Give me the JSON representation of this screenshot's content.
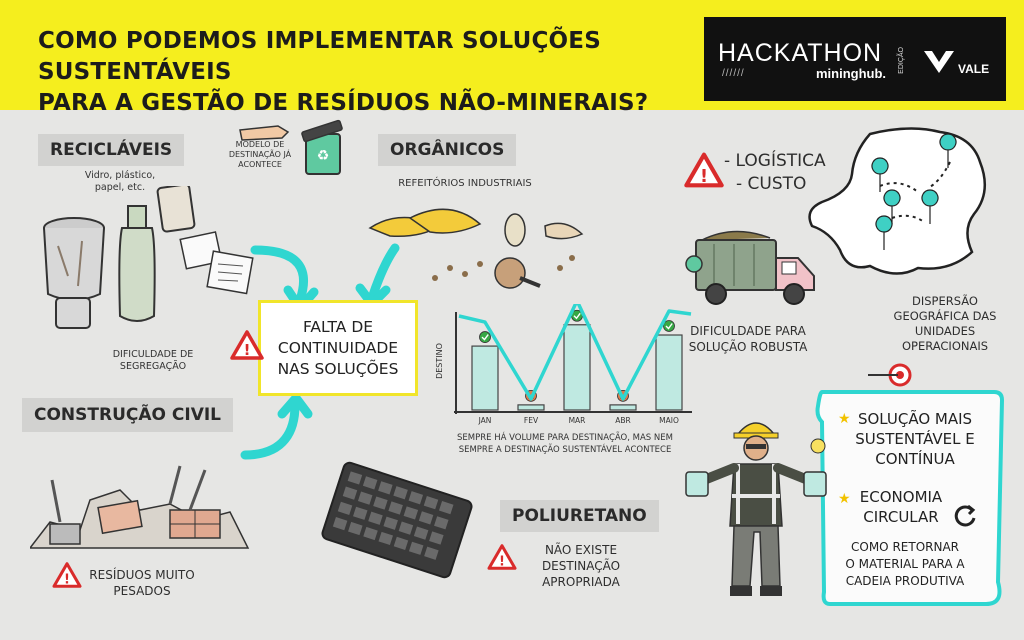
{
  "banner": {
    "title_line1": "COMO PODEMOS IMPLEMENTAR SOLUÇÕES SUSTENTÁVEIS",
    "title_line2": "PARA A GESTÃO DE RESÍDUOS NÃO-MINERAIS?",
    "logo_hackathon": "HACKATHON",
    "logo_slashes": "//////",
    "logo_mininghub": "mininghub.",
    "logo_edicao": "EDIÇÃO",
    "logo_vale": "VALE"
  },
  "reciclaveis": {
    "label": "RECICLÁVEIS",
    "sub": "Vidro, plástico, papel, etc.",
    "note_line1": "DIFICULDADE DE",
    "note_line2": "SEGREGAÇÃO"
  },
  "modelo": {
    "line1": "MODELO DE",
    "line2": "DESTINAÇÃO JÁ",
    "line3": "ACONTECE"
  },
  "organicos": {
    "label": "ORGÂNICOS",
    "sub": "REFEITÓRIOS INDUSTRIAIS"
  },
  "construcao": {
    "label": "CONSTRUÇÃO CIVIL",
    "note_line1": "RESÍDUOS MUITO",
    "note_line2": "PESADOS"
  },
  "center": {
    "line1": "FALTA DE",
    "line2": "CONTINUIDADE",
    "line3": "NAS SOLUÇÕES"
  },
  "logistica": {
    "line1": "- LOGÍSTICA",
    "line2": "- CUSTO"
  },
  "truck_note": {
    "line1": "DIFICULDADE PARA",
    "line2": "SOLUÇÃO ROBUSTA"
  },
  "map_note": {
    "line1": "DISPERSÃO",
    "line2": "GEOGRÁFICA DAS",
    "line3": "UNIDADES",
    "line4": "OPERACIONAIS"
  },
  "poliuretano": {
    "label": "POLIURETANO",
    "note_line1": "NÃO EXISTE",
    "note_line2": "DESTINAÇÃO",
    "note_line3": "APROPRIADA"
  },
  "solution": {
    "item1_line1": "SOLUÇÃO MAIS",
    "item1_line2": "SUSTENTÁVEL E",
    "item1_line3": "CONTÍNUA",
    "item2_line1": "ECONOMIA",
    "item2_line2": "CIRCULAR",
    "item3_line1": "COMO RETORNAR",
    "item3_line2": "O MATERIAL PARA A",
    "item3_line3": "CADEIA PRODUTIVA"
  },
  "chart_caption": {
    "line1": "SEMPRE HÁ VOLUME PARA DESTINAÇÃO, MAS NEM",
    "line2": "SEMPRE A DESTINAÇÃO SUSTENTÁVEL ACONTECE"
  },
  "colors": {
    "banner": "#f5ee1e",
    "accent_cyan": "#2fd6d0",
    "warning_red": "#d92b2b",
    "bar_fill": "#bfe9e1",
    "check_green": "#37a845"
  },
  "chart_data": {
    "type": "bar",
    "ylabel": "DESTINO",
    "categories": [
      "JAN",
      "FEV",
      "MAR",
      "ABR",
      "MAIO"
    ],
    "values": [
      0.75,
      0.06,
      1.0,
      0.06,
      0.88
    ],
    "status": [
      "ok",
      "fail",
      "ok",
      "fail",
      "ok"
    ],
    "ylim": [
      0,
      1.15
    ]
  }
}
